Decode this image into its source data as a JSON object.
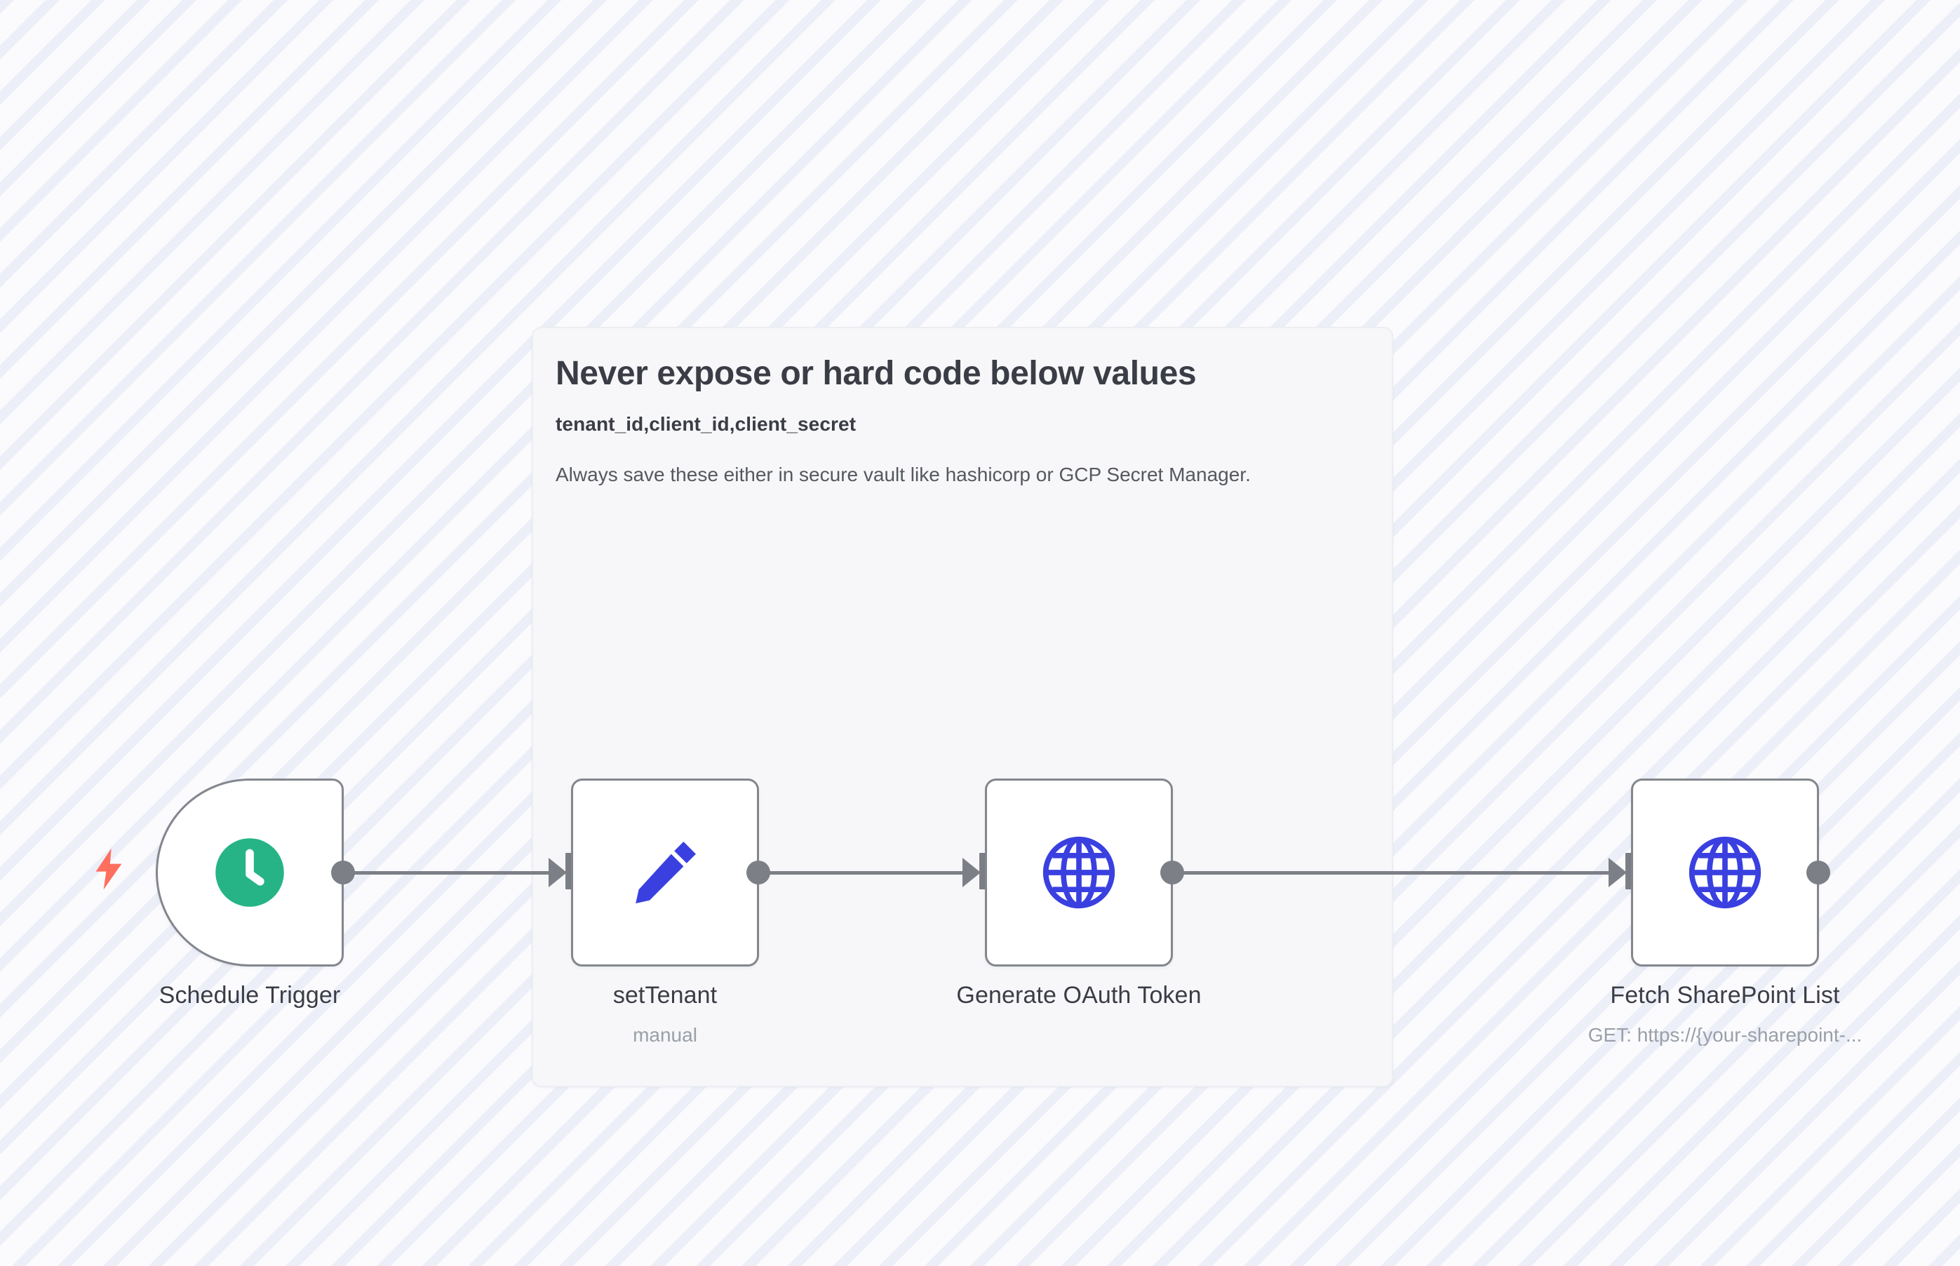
{
  "canvas": {
    "background_pattern": "diagonal-stripes",
    "stripe_color": "#eceef8",
    "base_color": "#fbfbfe"
  },
  "sticky_note": {
    "title": "Never expose or hard code below values",
    "subtitle": "tenant_id,client_id,client_secret",
    "body": "Always save these either in secure vault like hashicorp or GCP Secret Manager.",
    "background_color": "#f7f7f9",
    "border_color": "#eceef2"
  },
  "nodes": [
    {
      "id": "schedule-trigger",
      "label": "Schedule Trigger",
      "sublabel": "",
      "icon": "clock-icon",
      "icon_color": "#26B487",
      "shape": "trigger",
      "has_input": false,
      "has_output": true,
      "badge": "lightning-bolt-icon",
      "badge_color": "#ff6f5e"
    },
    {
      "id": "set-tenant",
      "label": "setTenant",
      "sublabel": "manual",
      "icon": "pencil-icon",
      "icon_color": "#3a40e0",
      "shape": "square",
      "has_input": true,
      "has_output": true
    },
    {
      "id": "generate-oauth-token",
      "label": "Generate OAuth Token",
      "sublabel": "",
      "icon": "globe-icon",
      "icon_color": "#3a40e0",
      "shape": "square",
      "has_input": true,
      "has_output": true
    },
    {
      "id": "fetch-sharepoint-list",
      "label": "Fetch SharePoint List",
      "sublabel": "GET: https://{your-sharepoint-...",
      "icon": "globe-icon",
      "icon_color": "#3a40e0",
      "shape": "square",
      "has_input": true,
      "has_output": true
    }
  ],
  "connections": [
    {
      "from": "schedule-trigger",
      "to": "set-tenant"
    },
    {
      "from": "set-tenant",
      "to": "generate-oauth-token"
    },
    {
      "from": "generate-oauth-token",
      "to": "fetch-sharepoint-list"
    }
  ],
  "colors": {
    "connector": "#7c7f86",
    "node_border": "#83868d",
    "label_text": "#3a3d45",
    "sublabel_text": "#9aa0a8"
  }
}
